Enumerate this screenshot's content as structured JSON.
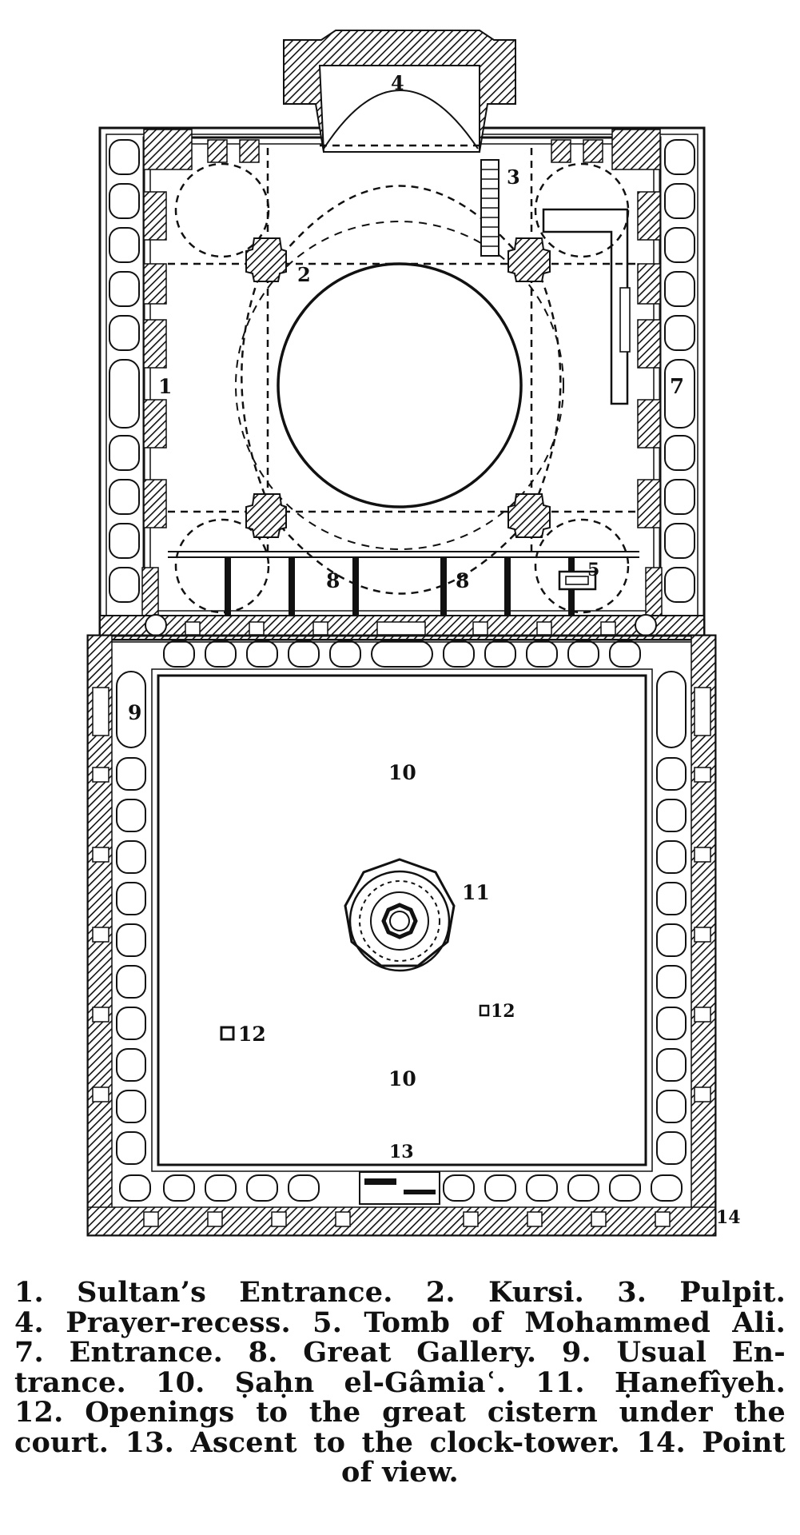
{
  "plan": {
    "labels": {
      "l1": "1",
      "l2": "2",
      "l3": "3",
      "l4": "4",
      "l5": "5",
      "l7": "7",
      "l8a": "8",
      "l8b": "8",
      "l9": "9",
      "l10a": "10",
      "l10b": "10",
      "l11": "11",
      "l12a": "12",
      "l12b": "12",
      "l13": "13",
      "l14": "14"
    }
  },
  "legend": {
    "lines": [
      "1. Sultan’s Entrance.   2. Kursi.   3. Pulpit.",
      "4. Prayer-recess.  5. Tomb of Mohammed Ali.",
      "7. Entrance.  8. Great Gallery.  9. Usual En-",
      "trance.  10. Ṣaḥn el-Gâmiaʿ.  11. Ḥanefîyeh.",
      "12. Openings to the great cistern under the",
      "court.  13. Ascent to the clock-tower.  14. Point",
      "of view."
    ]
  },
  "colors": {
    "ink": "#111111",
    "paper": "#ffffff"
  }
}
